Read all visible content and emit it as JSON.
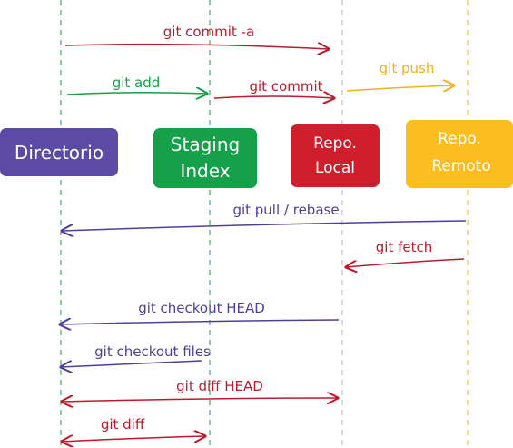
{
  "boxes": {
    "directory": {
      "label": "Directorio",
      "color": "#5b4ba6"
    },
    "staging": {
      "line1": "Staging",
      "line2": "Index",
      "color": "#16a04a"
    },
    "local": {
      "line1": "Repo.",
      "line2": "Local",
      "color": "#cf1f2c"
    },
    "remote": {
      "line1": "Repo.",
      "line2": "Remoto",
      "color": "#fbbd1f"
    }
  },
  "commands": {
    "commit_a": {
      "label": "git commit -a",
      "color": "#c0192d"
    },
    "add": {
      "label": "git add",
      "color": "#16a04a"
    },
    "commit": {
      "label": "git commit",
      "color": "#c0192d"
    },
    "push": {
      "label": "git push",
      "color": "#f3b020"
    },
    "pull": {
      "label": "git pull / rebase",
      "color": "#4f3f9c"
    },
    "fetch": {
      "label": "git fetch",
      "color": "#c0192d"
    },
    "checkout_head": {
      "label": "git checkout HEAD",
      "color": "#4f3f9c"
    },
    "checkout_files": {
      "label": "git checkout files",
      "color": "#4f3f9c"
    },
    "diff_head": {
      "label": "git diff HEAD",
      "color": "#c0192d"
    },
    "diff": {
      "label": "git diff",
      "color": "#c0192d"
    }
  },
  "colors": {
    "guide_directory": "#16a04a",
    "guide_staging": "#16a04a",
    "guide_local": "#aaaaaa",
    "guide_remote": "#f3b020"
  }
}
